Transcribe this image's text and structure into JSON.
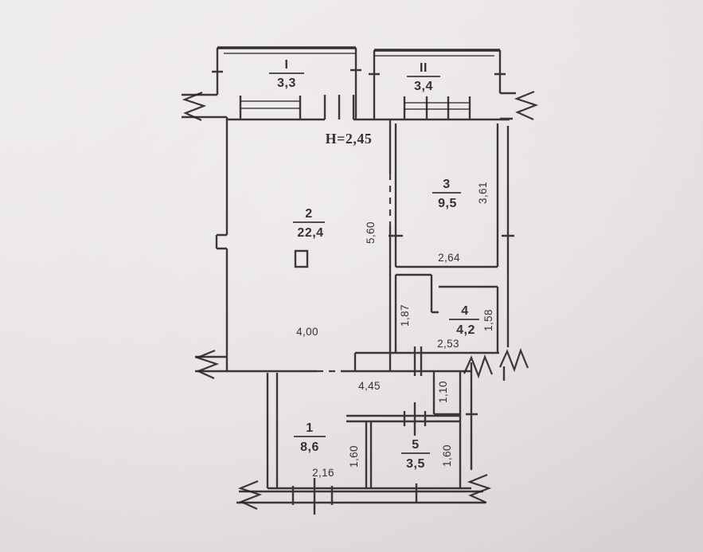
{
  "plan": {
    "title": "apartment-floor-plan-scan",
    "height_note": "H=2,45",
    "colors": {
      "paper": "#eae6e7",
      "ink": "#282425",
      "height_note_text": "#2e5590"
    },
    "rooms": {
      "bI": {
        "id": "I",
        "area": "3,3"
      },
      "bII": {
        "id": "II",
        "area": "3,4"
      },
      "r1": {
        "id": "1",
        "area": "8,6"
      },
      "r2": {
        "id": "2",
        "area": "22,4"
      },
      "r3": {
        "id": "3",
        "area": "9,5"
      },
      "r4": {
        "id": "4",
        "area": "4,2"
      },
      "r5": {
        "id": "5",
        "area": "3,5"
      }
    },
    "dims": {
      "d400": "4,00",
      "d560": "5,60",
      "d264": "2,64",
      "d361": "3,61",
      "d187": "1,87",
      "d158": "1,58",
      "d253": "2,53",
      "d445": "4,45",
      "d110": "1,10",
      "d160a": "1,60",
      "d160b": "1,60",
      "d216": "2,16"
    }
  }
}
